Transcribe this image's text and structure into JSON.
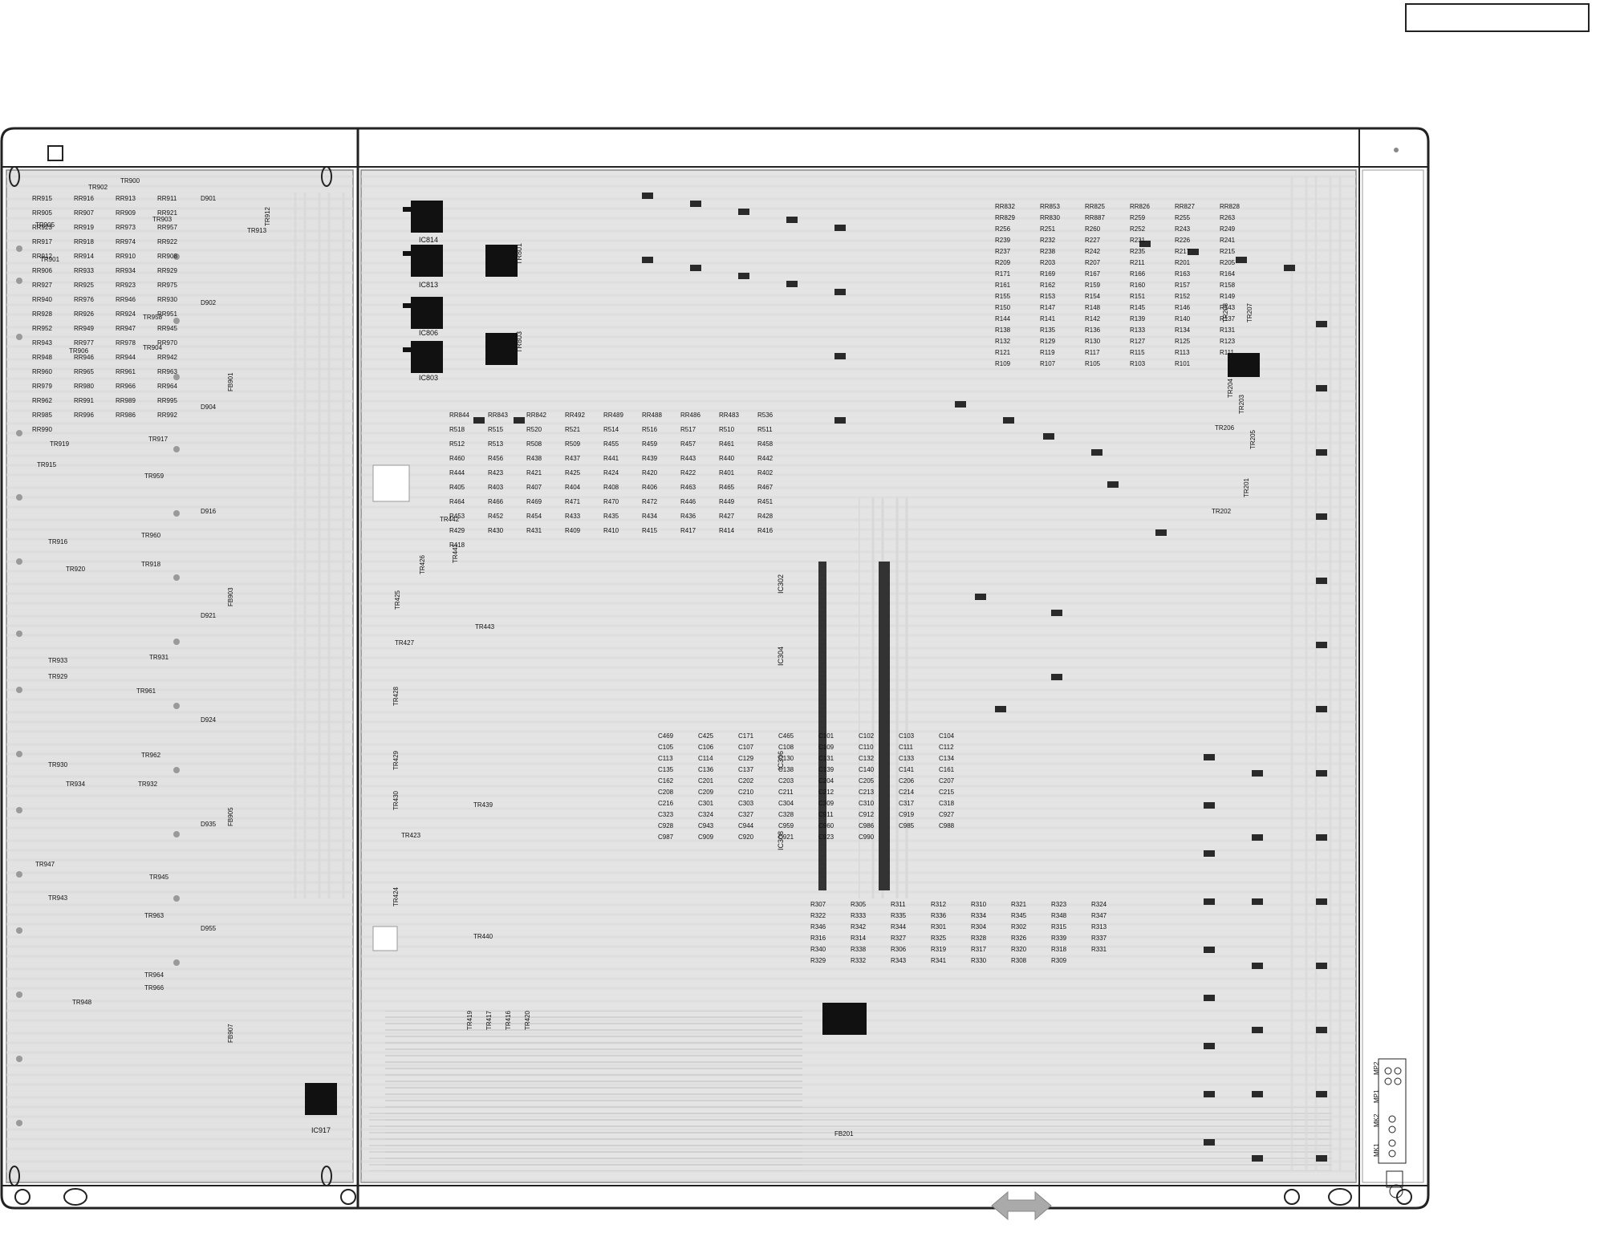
{
  "ic_labels": [
    "IC814",
    "IC813",
    "IC806",
    "IC803",
    "IC302",
    "IC304",
    "IC306",
    "IC308",
    "IC917"
  ],
  "tr_labels": [
    "TR801",
    "TR803",
    "TR902",
    "TR900",
    "TR903",
    "TR905",
    "TR901",
    "TR902",
    "TR958",
    "TR904",
    "TR906",
    "TR917",
    "TR919",
    "TR959",
    "TR915",
    "TR918",
    "TR960",
    "TR916",
    "TR920",
    "TR931",
    "TR933",
    "TR929",
    "TR961",
    "TR962",
    "TR930",
    "TR932",
    "TR934",
    "TR945",
    "TR947",
    "TR943",
    "TR963",
    "TR964",
    "TR966",
    "TR948",
    "TR913",
    "TR912",
    "TR208",
    "TR207",
    "TR206",
    "TR205",
    "TR204",
    "TR203",
    "TR202",
    "TR201",
    "TR425",
    "TR426",
    "TR427",
    "TR428",
    "TR429",
    "TR430",
    "TR423",
    "TR424",
    "TR441",
    "TR442",
    "TR443",
    "TR439",
    "TR440",
    "TR419",
    "TR417",
    "TR416",
    "TR420"
  ],
  "connector_labels": [
    "MP2",
    "MP1",
    "MK2",
    "MK1"
  ],
  "ferrite_labels": [
    "FB201",
    "FB901",
    "FB903",
    "FB905",
    "FB907"
  ],
  "resistor_labels_left": [
    "RR915",
    "RR916",
    "RR913",
    "RR911",
    "RR905",
    "RR907",
    "RR909",
    "RR921",
    "RR923",
    "RR919",
    "RR973",
    "RR957",
    "RR917",
    "RR918",
    "RR974",
    "RR922",
    "RR912",
    "RR914",
    "RR910",
    "RR908",
    "RR906",
    "RR933",
    "RR934",
    "RR929",
    "RR927",
    "RR925",
    "RR923",
    "RR975",
    "RR940",
    "RR976",
    "RR946",
    "RR930",
    "RR928",
    "RR926",
    "RR924",
    "RR951",
    "RR952",
    "RR949",
    "RR947",
    "RR945",
    "RR943",
    "RR977",
    "RR978",
    "RR970",
    "RR948",
    "RR946",
    "RR944",
    "RR942",
    "RR960",
    "RR965",
    "RR961",
    "RR963",
    "RR979",
    "RR980",
    "RR966",
    "RR964",
    "RR962",
    "RR991",
    "RR989",
    "RR995",
    "RR985",
    "RR996",
    "RR986",
    "RR992",
    "RR990"
  ],
  "resistor_labels_center": [
    "RR844",
    "RR843",
    "RR842",
    "RR492",
    "RR489",
    "RR488",
    "RR486",
    "RR483",
    "R536",
    "R518",
    "R515",
    "R520",
    "R521",
    "R514",
    "R516",
    "R517",
    "R510",
    "R511",
    "R512",
    "R513",
    "R508",
    "R509",
    "R455",
    "R459",
    "R457",
    "R461",
    "R458",
    "R460",
    "R456",
    "R438",
    "R437",
    "R441",
    "R439",
    "R443",
    "R440",
    "R442",
    "R444",
    "R423",
    "R421",
    "R425",
    "R424",
    "R420",
    "R422",
    "R401",
    "R402",
    "R405",
    "R403",
    "R407",
    "R404",
    "R408",
    "R406",
    "R463",
    "R465",
    "R467",
    "R464",
    "R466",
    "R469",
    "R471",
    "R470",
    "R472",
    "R446",
    "R449",
    "R451",
    "R453",
    "R452",
    "R454",
    "R433",
    "R435",
    "R434",
    "R436",
    "R427",
    "R428",
    "R429",
    "R430",
    "R431",
    "R409",
    "R410",
    "R415",
    "R417",
    "R414",
    "R416",
    "R418"
  ],
  "resistor_labels_right": [
    "RR832",
    "RR853",
    "RR825",
    "RR826",
    "RR827",
    "RR828",
    "RR829",
    "RR830",
    "RR887",
    "R259",
    "R255",
    "R263",
    "R256",
    "R251",
    "R260",
    "R252",
    "R243",
    "R249",
    "R239",
    "R232",
    "R227",
    "R231",
    "R226",
    "R241",
    "R237",
    "R238",
    "R242",
    "R235",
    "R217",
    "R215",
    "R209",
    "R203",
    "R207",
    "R211",
    "R201",
    "R205",
    "R171",
    "R169",
    "R167",
    "R166",
    "R163",
    "R164",
    "R161",
    "R162",
    "R159",
    "R160",
    "R157",
    "R158",
    "R155",
    "R153",
    "R154",
    "R151",
    "R152",
    "R149",
    "R150",
    "R147",
    "R148",
    "R145",
    "R146",
    "R143",
    "R144",
    "R141",
    "R142",
    "R139",
    "R140",
    "R137",
    "R138",
    "R135",
    "R136",
    "R133",
    "R134",
    "R131",
    "R132",
    "R129",
    "R130",
    "R127",
    "R125",
    "R123",
    "R121",
    "R119",
    "R117",
    "R115",
    "R113",
    "R111",
    "R109",
    "R107",
    "R105",
    "R103",
    "R101"
  ],
  "capacitor_labels": [
    "C469",
    "C425",
    "C171",
    "C465",
    "C101",
    "C102",
    "C103",
    "C104",
    "C105",
    "C106",
    "C107",
    "C108",
    "C109",
    "C110",
    "C111",
    "C112",
    "C113",
    "C114",
    "C129",
    "C130",
    "C131",
    "C132",
    "C133",
    "C134",
    "C135",
    "C136",
    "C137",
    "C138",
    "C139",
    "C140",
    "C141",
    "C161",
    "C162",
    "C201",
    "C202",
    "C203",
    "C204",
    "C205",
    "C206",
    "C207",
    "C208",
    "C209",
    "C210",
    "C211",
    "C212",
    "C213",
    "C214",
    "C215",
    "C216",
    "C301",
    "C303",
    "C304",
    "C309",
    "C310",
    "C317",
    "C318",
    "C323",
    "C324",
    "C327",
    "C328",
    "C911",
    "C912",
    "C919",
    "C927",
    "C928",
    "C943",
    "C944",
    "C959",
    "C960",
    "C986",
    "C985",
    "C988",
    "C987",
    "C909",
    "C920",
    "C921",
    "C923",
    "C990"
  ],
  "diode_labels": [
    "D901",
    "D902",
    "D904",
    "D916",
    "D921",
    "D924",
    "D935",
    "D955"
  ],
  "misc_labels": [
    "R307",
    "R305",
    "R311",
    "R312",
    "R310",
    "R321",
    "R323",
    "R324",
    "R322",
    "R333",
    "R335",
    "R336",
    "R334",
    "R345",
    "R348",
    "R347",
    "R346",
    "R342",
    "R344",
    "R301",
    "R304",
    "R302",
    "R315",
    "R313",
    "R316",
    "R314",
    "R327",
    "R325",
    "R328",
    "R326",
    "R339",
    "R337",
    "R340",
    "R338",
    "R306",
    "R319",
    "R317",
    "R320",
    "R318",
    "R331",
    "R329",
    "R332",
    "R343",
    "R341",
    "R330",
    "R308",
    "R309"
  ]
}
